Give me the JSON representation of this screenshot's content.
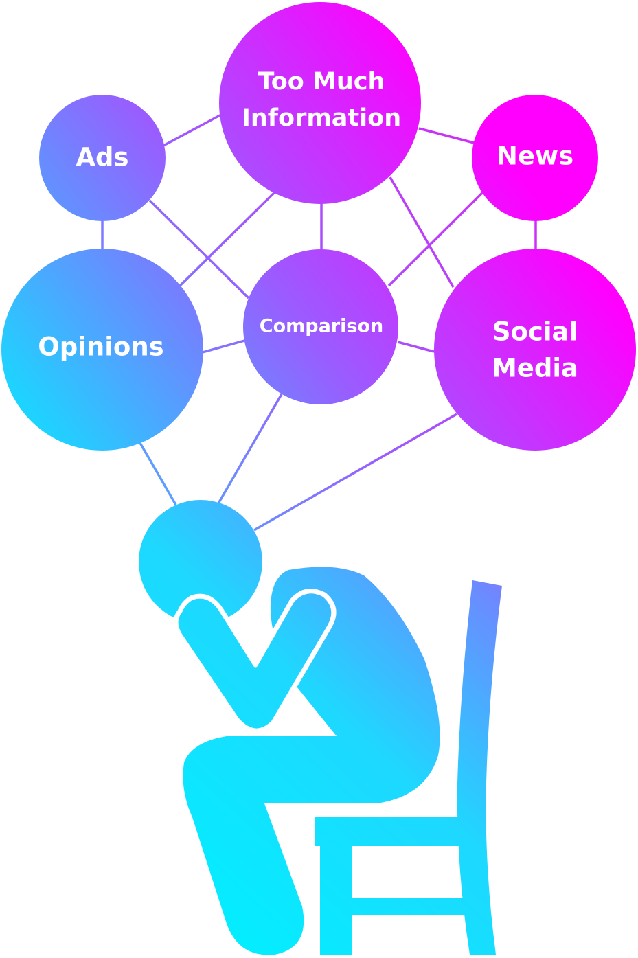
{
  "nodes": [
    {
      "id": "too-much-information",
      "lines": [
        "Too Much",
        "Information"
      ]
    },
    {
      "id": "ads",
      "lines": [
        "Ads"
      ]
    },
    {
      "id": "news",
      "lines": [
        "News"
      ]
    },
    {
      "id": "opinions",
      "lines": [
        "Opinions"
      ]
    },
    {
      "id": "comparison",
      "lines": [
        "Comparison"
      ]
    },
    {
      "id": "social-media",
      "lines": [
        "Social",
        "Media"
      ]
    }
  ],
  "colors": {
    "magenta": "#ff00ff",
    "violet": "#9a5cff",
    "cyan": "#00f0ff",
    "link_upper": "#c040f0",
    "link_lower": "#5a9cff"
  }
}
